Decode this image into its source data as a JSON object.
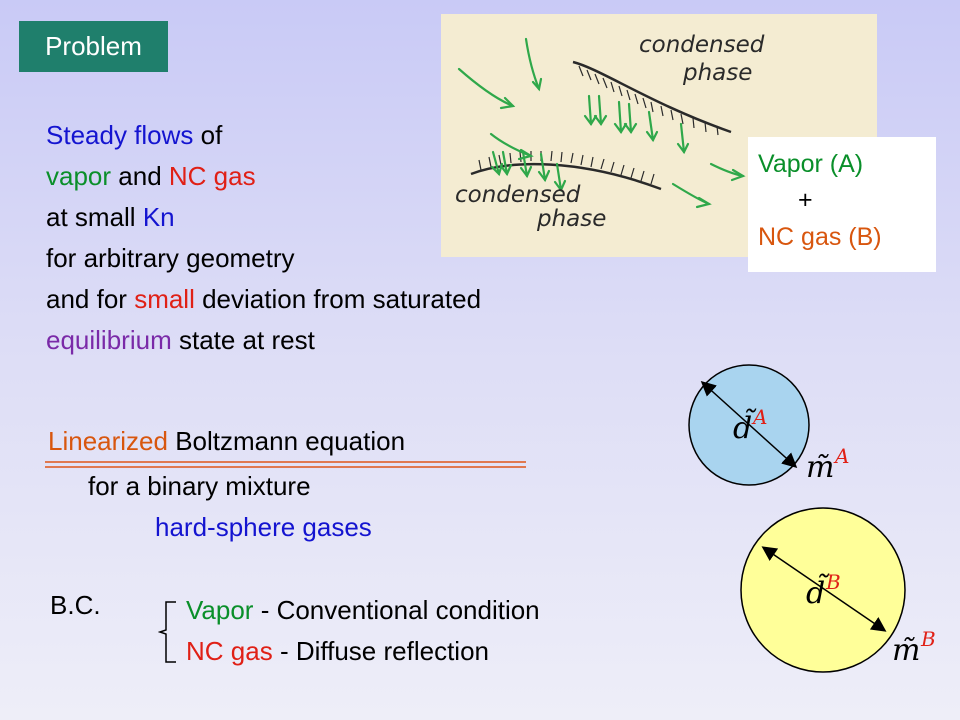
{
  "badge": {
    "label": "Problem"
  },
  "sketch": {
    "label_top_1": "condensed",
    "label_top_2": "phase",
    "label_bottom_1": "condensed",
    "label_bottom_2": "phase"
  },
  "legend": {
    "vapor": "Vapor (A)",
    "plus": "+",
    "nc_gas": "NC gas (B)"
  },
  "description": {
    "l1_a": "Steady flows",
    "l1_b": "of",
    "l2_a": "vapor",
    "l2_b": "and",
    "l2_c": "NC gas",
    "l3_a": "at small",
    "l3_b": "Kn",
    "l4": "for arbitrary geometry",
    "l5_a": "and for",
    "l5_b": "small",
    "l5_c": "deviation from saturated",
    "l6_a": "equilibrium",
    "l6_b": "state at rest"
  },
  "equation": {
    "l1_a": "Linearized",
    "l1_b": "Boltzmann equation",
    "l2": "for a binary mixture",
    "l3": "hard-sphere gases"
  },
  "boundary": {
    "label": "B.C.",
    "vapor_a": "Vapor",
    "vapor_b": "- Conventional condition",
    "nc_a": "NC gas",
    "nc_b": "- Diffuse reflection"
  },
  "molecules": {
    "a": {
      "diameter": "d̃",
      "diameter_sup": "A",
      "mass": "m̃",
      "mass_sup": "A",
      "color": "#a9d4ef"
    },
    "b": {
      "diameter": "d̃",
      "diameter_sup": "B",
      "mass": "m̃",
      "mass_sup": "B",
      "color": "#ffff99"
    }
  },
  "colors": {
    "badge": "#1f7f6c",
    "accent_blue": "#1414d0",
    "accent_green": "#0a8f2a",
    "accent_red": "#e02016",
    "accent_purple": "#7a2aa8",
    "accent_orange": "#d8560e"
  }
}
